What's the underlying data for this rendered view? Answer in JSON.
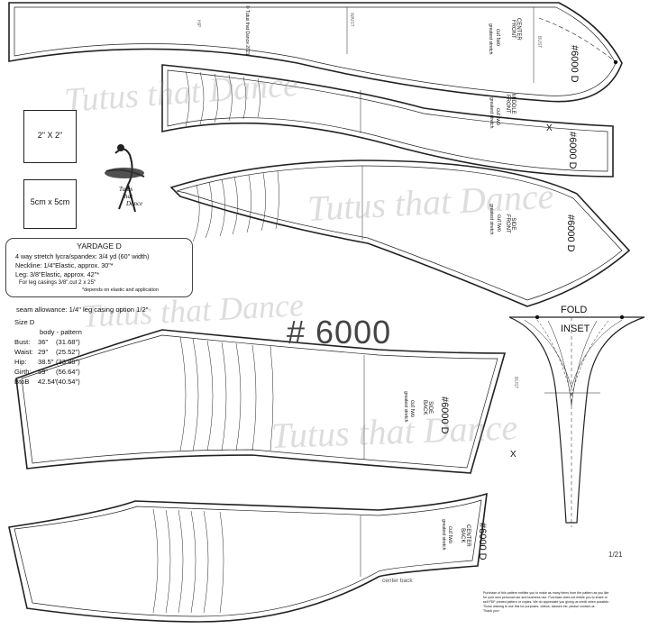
{
  "watermark": "Tutus that Dance",
  "copyright_strip": "© Tutus that Dance 2021",
  "inset_box": {
    "label_inches": "2\" X 2\"",
    "label_cm": "5cm x 5cm"
  },
  "logo": {
    "line1": "Tutus",
    "line2": "that",
    "line3": "Dance"
  },
  "yardage": {
    "title": "YARDAGE D",
    "fabric": "4 way stretch lycra/spandex: 3/4 yd (60\" width)",
    "neckline": "Neckline: 1/4\"Elastic, approx. 30\"*",
    "leg": "Leg: 3/8\"Elastic, approx. 42\"*",
    "leg_casings": "For leg casings 3/8\",cut 2 x 25\"",
    "footnote": "*depends on elastic and application"
  },
  "seam_allowance": "seam allowance: 1/4\" leg casing option 1/2\"",
  "pattern_number": "# 6000",
  "size_table": {
    "size": "Size D",
    "header": "body - pattern",
    "rows": [
      {
        "label": "Bust:",
        "body": "36\"",
        "pattern": "(31.68\")"
      },
      {
        "label": "Waist:",
        "body": "29\"",
        "pattern": "(25.52\")"
      },
      {
        "label": "Hip:",
        "body": "38.5\"",
        "pattern": "(33.88\")"
      },
      {
        "label": "Girth:",
        "body": "59\"",
        "pattern": "(56.64\")"
      },
      {
        "label": "BtoB",
        "body": "42.54\"",
        "pattern": "(40.54\")"
      }
    ]
  },
  "pieces": {
    "center_front": {
      "code": "#6000 D",
      "name1": "CENTER",
      "name2": "FRONT",
      "cut": "cut two",
      "stretch": "greatest stretch"
    },
    "middle_front": {
      "code": "#6000 D",
      "name1": "MIDDLE",
      "name2": "FRONT",
      "cut": "cut two",
      "stretch": "greatest stretch"
    },
    "side_front": {
      "code": "#6000 D",
      "name1": "SIDE",
      "name2": "FRONT",
      "cut": "cut two",
      "stretch": "greatest stretch"
    },
    "side_back": {
      "code": "#6000 D",
      "name1": "SIDE",
      "name2": "BACK",
      "cut": "cut two",
      "stretch": "greatest stretch"
    },
    "center_back": {
      "code": "#6000 D",
      "name1": "CENTER",
      "name2": "BACK",
      "cut": "cut two",
      "stretch": "greatest stretch"
    }
  },
  "marks": {
    "waist": "WAIST",
    "bust": "BUST",
    "bust_b": "BUST",
    "hip": "HIP",
    "center_back": "center back",
    "x": "X"
  },
  "inset": {
    "fold": "FOLD",
    "label": "INSET"
  },
  "page_number": "1/21",
  "purchase_note": [
    "Purchase of this pattern entitles you to make as many items from the pattern as you like",
    "for your own personal use and business use. Purchase does not entitle you to share or",
    "sell PDF printed pattern or copies. We do appreciate you giving us credit when possible.",
    "Those wishing to use this for purposes, videos, classes etc. please contact us.",
    "Thank you~"
  ]
}
